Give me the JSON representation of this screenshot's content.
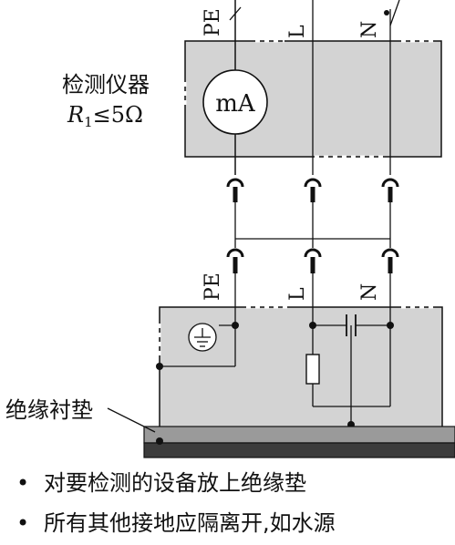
{
  "instrument": {
    "label": "检测仪器",
    "resistance": {
      "symbol": "R",
      "subscript": "1",
      "relation": "≤5Ω"
    },
    "meter": "mA"
  },
  "upper_terminals": {
    "pe": "PE",
    "l": "L",
    "n": "N"
  },
  "lower_terminals": {
    "pe": "PE",
    "l": "L",
    "n": "N"
  },
  "mat_label": "绝缘衬垫",
  "bullets": [
    {
      "text": "对要检测的设备放上绝缘垫"
    },
    {
      "text": "所有其他接地应隔离开,如水源"
    }
  ],
  "colors": {
    "box_fill": "#d3d3d3",
    "mat_top": "#9a9a9a",
    "mat_bottom": "#3c3c3c",
    "line": "#111111"
  },
  "icons": {
    "bullet": "•",
    "ground": "ground-icon"
  }
}
